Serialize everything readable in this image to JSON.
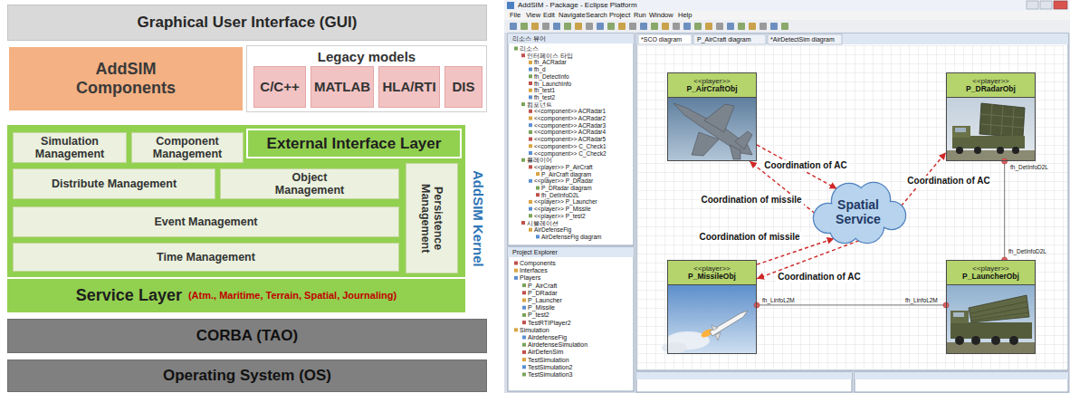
{
  "diagram": {
    "nodes": [
      {
        "text": [
          "Graphical User Interface (GUI)"
        ]
      },
      {
        "text": [
          "AddSIM Components"
        ]
      },
      {
        "text": [
          "Legacy models"
        ]
      },
      {
        "text": [
          "C/C++"
        ],
        "in": 2
      },
      {
        "text": [
          "MATLAB"
        ],
        "in": 2
      },
      {
        "text": [
          "HLA/RTI"
        ],
        "in": 2
      },
      {
        "text": [
          "DIS"
        ],
        "in": 2
      },
      {
        "text": [
          "AddSIM Kernel"
        ]
      },
      {
        "text": [
          "Simulation Management"
        ],
        "in": 7
      },
      {
        "text": [
          "Component Management"
        ],
        "in": 7
      },
      {
        "text": [
          "External Interface Layer"
        ],
        "in": 7
      },
      {
        "text": [
          "Distribute Management"
        ],
        "in": 7
      },
      {
        "text": [
          "Object Management"
        ],
        "in": 7
      },
      {
        "text": [
          "Persistence Management"
        ],
        "in": 7
      },
      {
        "text": [
          "Event Management"
        ],
        "in": 7
      },
      {
        "text": [
          "Time Management"
        ],
        "in": 7
      },
      {
        "text": [
          "Service Layer",
          "(Atm., Maritime, Terrain, Spatial, Journaling)"
        ],
        "in": 7
      },
      {
        "text": [
          "CORBA (TAO)"
        ]
      },
      {
        "text": [
          "Operating System (OS)"
        ]
      },
      {
        "text": [
          "<<player>>",
          "P_AirCraftObj"
        ]
      },
      {
        "text": [
          "<<player>>",
          "P_DRadarObj"
        ]
      },
      {
        "text": [
          "Spatial Service"
        ]
      },
      {
        "text": [
          "<<player>>",
          "P_MissileObj"
        ]
      },
      {
        "text": [
          "<<player>>",
          "P_LauncherObj"
        ]
      }
    ],
    "edges": [
      {
        "from": 19,
        "to": 21,
        "arrow": "to",
        "label": "Coordination of AC"
      },
      {
        "from": 21,
        "to": 19,
        "arrow": "to",
        "label": "Coordination of missile"
      },
      {
        "from": 22,
        "to": 21,
        "arrow": "to",
        "label": "Coordination of missile"
      },
      {
        "from": 21,
        "to": 22,
        "arrow": "to",
        "label": "Coordination of AC"
      },
      {
        "from": 21,
        "to": 20,
        "arrow": "to",
        "label": "Coordination of AC"
      },
      {
        "from": 20,
        "to": 23,
        "arrow": "none",
        "label": "fh_DetInfoD2L"
      },
      {
        "from": 22,
        "to": 23,
        "arrow": "none",
        "label": "fh_LinfoL2M"
      }
    ],
    "labels": [
      "AddSIM - Package - Eclipse Platform",
      "File",
      "View",
      "Edit",
      "Navigate",
      "Search",
      "Project",
      "Run",
      "Window",
      "Help",
      "*SCO diagram",
      "P_AirCraft diagram",
      "*AirDetectSim diagram",
      "리소스 뷰어",
      "리소스",
      "인터페이스 타입",
      "fh_ACRadar",
      "fh_d",
      "fh_DetectInfo",
      "fh_LaunchInfo",
      "fh_test1",
      "fh_test2",
      "컴포넌트",
      "<<component>> ACRadar1",
      "<<component>> ACRadar2",
      "<<component>> ACRadar3",
      "<<component>> ACRadar4",
      "<<component>> ACRadar5",
      "<<component>> C_Check1",
      "<<component>> C_Check2",
      "플레이어",
      "<<player>> P_AirCraft",
      "P_AirCraft diagram",
      "<<player>> P_DRadar",
      "P_DRadar diagram",
      "fh_DetInfoD2L",
      "<<player>> P_Launcher",
      "<<player>> P_Missile",
      "<<player>> P_test2",
      "시뮬레이션",
      "AirDefenseFig",
      "AirDefenseFig diagram",
      "Project Explorer",
      "Components",
      "Interfaces",
      "Players",
      "P_AirCraft",
      "P_DRadar",
      "P_Launcher",
      "P_Missile",
      "P_test2",
      "TestRTIPlayer2",
      "Simulation",
      "AirdefenseFig",
      "AirdefenseSimulation",
      "AirDefenSim",
      "TestSimulation",
      "TestSimulation2",
      "TestSimulation3",
      "fh_DetInfoD2L",
      "fh_LinfoL2M"
    ]
  }
}
